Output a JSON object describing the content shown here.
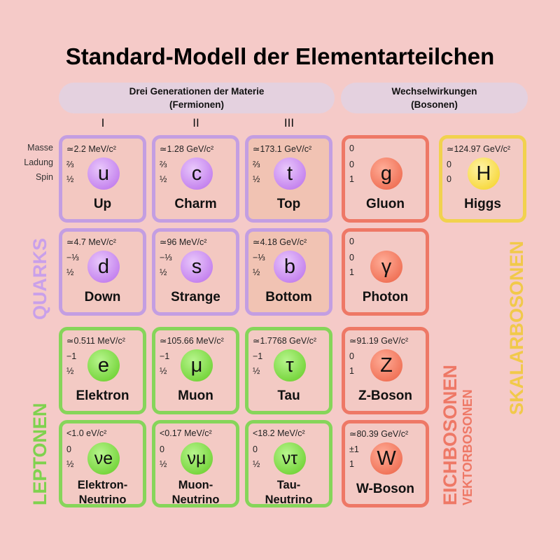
{
  "title": "Standard-Modell der Elementarteilchen",
  "headers": {
    "fermions_line1": "Drei Generationen der Materie",
    "fermions_line2": "(Fermionen)",
    "bosons_line1": "Wechselwirkungen",
    "bosons_line2": "(Bosonen)"
  },
  "generations": [
    "I",
    "II",
    "III"
  ],
  "row_labels": {
    "mass": "Masse",
    "charge": "Ladung",
    "spin": "Spin"
  },
  "side_labels": {
    "quarks": "QUARKS",
    "leptons": "LEPTONEN",
    "gauge": "EICHBOSONEN",
    "vector": "VEKTORBOSONEN",
    "scalar": "SKALARBOSONEN"
  },
  "colors": {
    "background": "#f5cac8",
    "quark": "#c39ee2",
    "lepton": "#86d55a",
    "gauge": "#ee7866",
    "higgs": "#f1d24e"
  },
  "particles": {
    "up": {
      "mass": "≃2.2 MeV/c²",
      "charge": "⅔",
      "spin": "½",
      "symbol": "u",
      "name": "Up"
    },
    "charm": {
      "mass": "≃1.28 GeV/c²",
      "charge": "⅔",
      "spin": "½",
      "symbol": "c",
      "name": "Charm"
    },
    "top": {
      "mass": "≃173.1 GeV/c²",
      "charge": "⅔",
      "spin": "½",
      "symbol": "t",
      "name": "Top"
    },
    "gluon": {
      "mass": "0",
      "charge": "0",
      "spin": "1",
      "symbol": "g",
      "name": "Gluon"
    },
    "higgs": {
      "mass": "≃124.97 GeV/c²",
      "charge": "0",
      "spin": "0",
      "symbol": "H",
      "name": "Higgs"
    },
    "down": {
      "mass": "≃4.7 MeV/c²",
      "charge": "−⅓",
      "spin": "½",
      "symbol": "d",
      "name": "Down"
    },
    "strange": {
      "mass": "≃96 MeV/c²",
      "charge": "−⅓",
      "spin": "½",
      "symbol": "s",
      "name": "Strange"
    },
    "bottom": {
      "mass": "≃4.18 GeV/c²",
      "charge": "−⅓",
      "spin": "½",
      "symbol": "b",
      "name": "Bottom"
    },
    "photon": {
      "mass": "0",
      "charge": "0",
      "spin": "1",
      "symbol": "γ",
      "name": "Photon"
    },
    "electron": {
      "mass": "≃0.511 MeV/c²",
      "charge": "−1",
      "spin": "½",
      "symbol": "e",
      "name": "Elektron"
    },
    "muon": {
      "mass": "≃105.66 MeV/c²",
      "charge": "−1",
      "spin": "½",
      "symbol": "μ",
      "name": "Muon"
    },
    "tau": {
      "mass": "≃1.7768 GeV/c²",
      "charge": "−1",
      "spin": "½",
      "symbol": "τ",
      "name": "Tau"
    },
    "z": {
      "mass": "≃91.19 GeV/c²",
      "charge": "0",
      "spin": "1",
      "symbol": "Z",
      "name": "Z-Boson"
    },
    "nu_e": {
      "mass": "<1.0 eV/c²",
      "charge": "0",
      "spin": "½",
      "symbol": "νe",
      "name1": "Elektron-",
      "name2": "Neutrino"
    },
    "nu_mu": {
      "mass": "<0.17 MeV/c²",
      "charge": "0",
      "spin": "½",
      "symbol": "νμ",
      "name1": "Muon-",
      "name2": "Neutrino"
    },
    "nu_tau": {
      "mass": "<18.2 MeV/c²",
      "charge": "0",
      "spin": "½",
      "symbol": "ντ",
      "name1": "Tau-",
      "name2": "Neutrino"
    },
    "w": {
      "mass": "≃80.39 GeV/c²",
      "charge": "±1",
      "spin": "1",
      "symbol": "W",
      "name": "W-Boson"
    }
  }
}
